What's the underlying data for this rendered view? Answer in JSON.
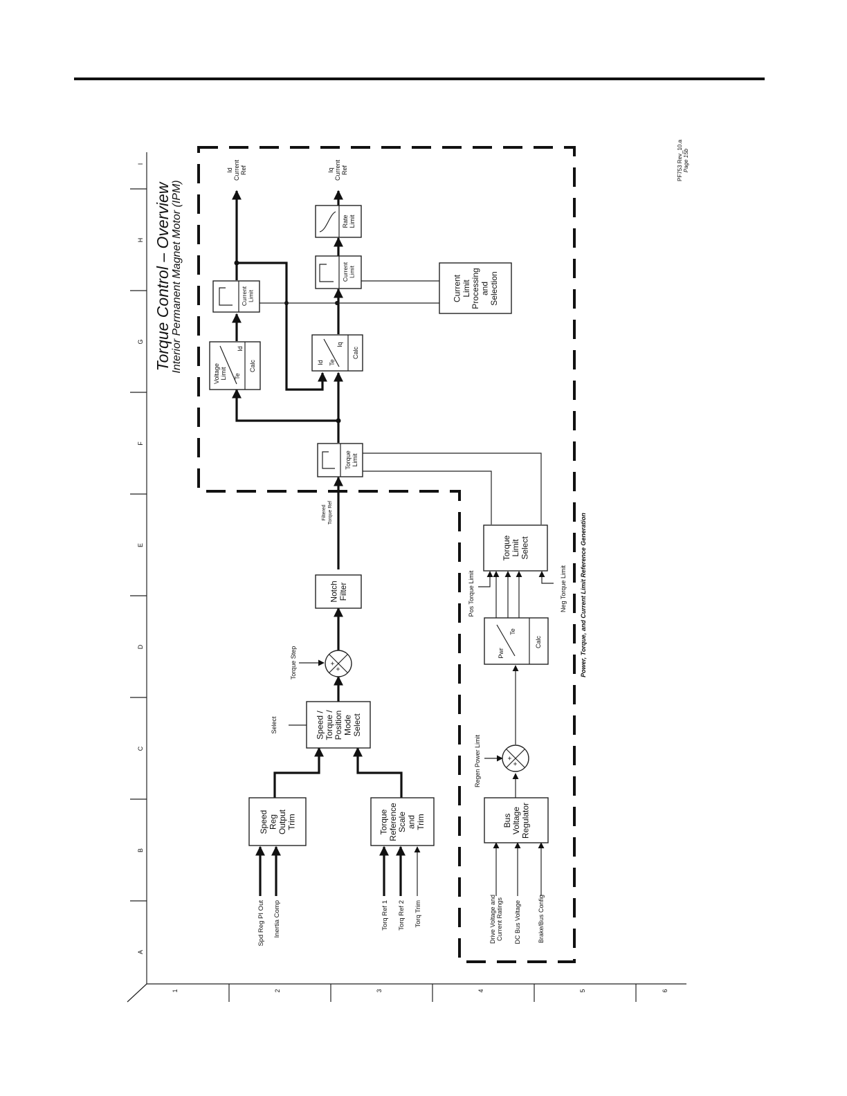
{
  "title": "Torque Control – Overview",
  "subtitle": "Interior Permanent Magnet Motor (IPM)",
  "revision": "PF753 Rev_10.a",
  "page": "Page 15b",
  "section_label": "Power, Torque, and Current Limit Reference Generation",
  "grid": {
    "columns": [
      "A",
      "B",
      "C",
      "D",
      "E",
      "F",
      "G",
      "H",
      "I"
    ],
    "rows": [
      "1",
      "2",
      "3",
      "4",
      "5",
      "6"
    ]
  },
  "blocks": {
    "speed_reg": [
      "Speed",
      "Reg",
      "Output",
      "Trim"
    ],
    "torque_ref": [
      "Torque",
      "Reference",
      "Scale",
      "and",
      "Trim"
    ],
    "mode_select": [
      "Speed /",
      "Torque /",
      "Position",
      "Mode",
      "Select"
    ],
    "notch": [
      "Notch",
      "Filter"
    ],
    "torque_limit": [
      "Torque",
      "Limit"
    ],
    "voltage_limit": {
      "left": [
        "Voltage",
        "Limit"
      ],
      "te": "Te",
      "id": "Id",
      "calc": "Calc"
    },
    "iq_calc": {
      "id": "Id",
      "te": "Te",
      "iq": "Iq",
      "calc": "Calc"
    },
    "cur_limit_d": [
      "Current",
      "Limit"
    ],
    "cur_limit_q": [
      "Current",
      "Limit"
    ],
    "rate_limit": [
      "Rate",
      "Limit"
    ],
    "cur_proc": [
      "Current",
      "Limit",
      "Processing",
      "and",
      "Selection"
    ],
    "bus_reg": [
      "Bus",
      "Voltage",
      "Regulator"
    ],
    "pwr_calc": {
      "pwr": "Pwr",
      "te": "Te",
      "calc": "Calc"
    },
    "tl_select": [
      "Torque",
      "Limit",
      "Select"
    ]
  },
  "sum_signs": "+",
  "signals": {
    "spd_reg_pi": "Spd Reg PI Out",
    "inertia_comp": "Inertia Comp",
    "torq_ref1": "Torq Ref 1",
    "torq_ref2": "Torq Ref 2",
    "torq_trim": "Torq Trim",
    "select": "Select",
    "torque_step": "Torque Step",
    "filtered": [
      "Filtered",
      "Torque Ref"
    ],
    "id_ref": [
      "Id",
      "Current",
      "Ref"
    ],
    "iq_ref": [
      "Iq",
      "Current",
      "Ref"
    ],
    "drive_ratings": [
      "Drive Voltage and",
      "Current Ratings"
    ],
    "dc_bus": "DC Bus Voltage",
    "brake_cfg": "Brake/Bus Config",
    "regen": "Regen Power Limit",
    "pos_tl": "Pos Torque Limit",
    "neg_tl": "Neg Torque Limit"
  }
}
